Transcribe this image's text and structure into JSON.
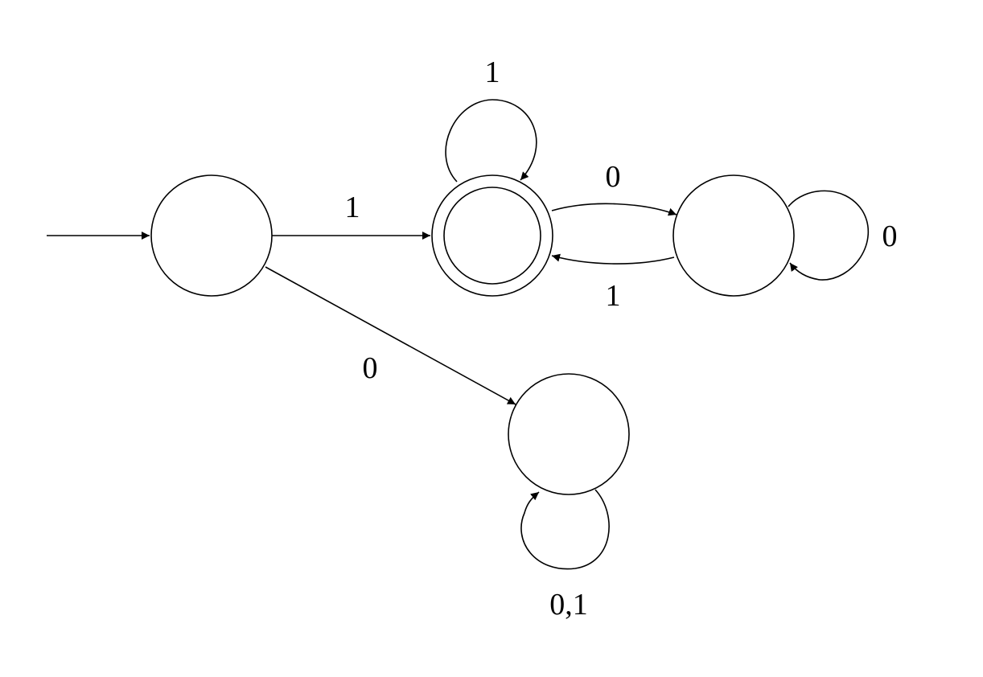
{
  "diagram": {
    "transitions": {
      "start_to_accept": "1",
      "start_to_trap": "0",
      "accept_self_loop": "1",
      "accept_to_right": "0",
      "right_to_accept": "1",
      "right_self_loop": "0",
      "trap_self_loop": "0,1"
    }
  }
}
